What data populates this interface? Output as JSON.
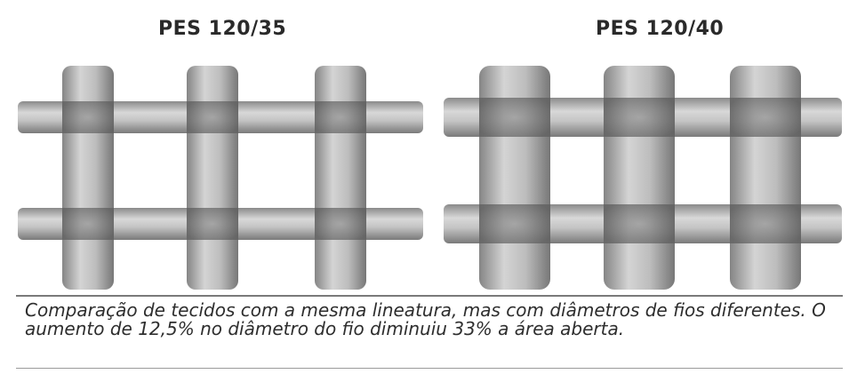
{
  "panels": [
    {
      "title": "PES 120/35"
    },
    {
      "title": "PES 120/40"
    }
  ],
  "caption": "Comparação de tecidos com a mesma lineatura, mas com diâmetros de fios diferentes. O aumento de 12,5% no diâmetro do fio diminuiu 33% a área aberta.",
  "colors": {
    "thread_light": "#d6d6d6",
    "thread_mid": "#a8a8a8",
    "thread_dark": "#6e6e6e",
    "background": "#ffffff"
  }
}
